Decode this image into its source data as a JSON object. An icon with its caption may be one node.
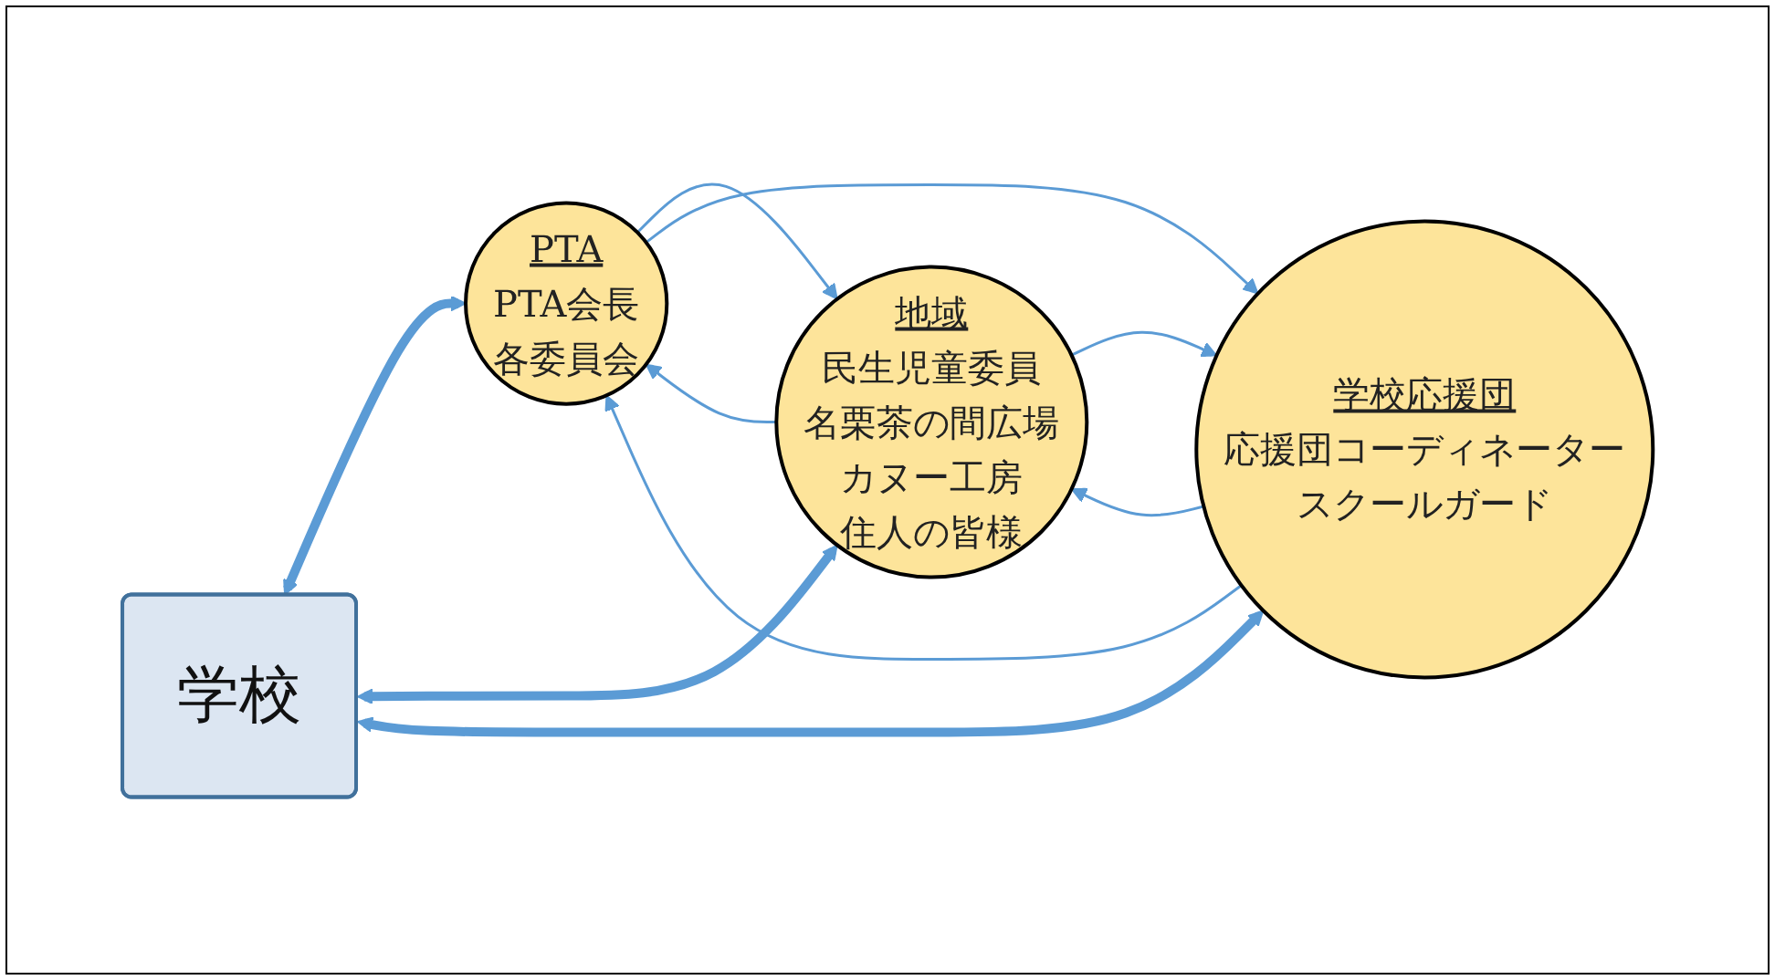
{
  "diagram": {
    "nodes": [
      {
        "text": [
          "PTA",
          "PTA会長",
          "各委員会"
        ]
      },
      {
        "text": [
          "地域",
          "民生児童委員",
          "名栗茶の間広場",
          "カヌー工房",
          "住人の皆様"
        ]
      },
      {
        "text": [
          "学校応援団",
          "応援団コーディネーター",
          "スクールガード"
        ]
      },
      {
        "text": [
          "学校"
        ]
      }
    ],
    "edges": [
      {
        "from": 1,
        "to": 0,
        "arrow": "to"
      },
      {
        "from": 0,
        "to": 1,
        "arrow": "to"
      },
      {
        "from": 0,
        "to": 2,
        "arrow": "to"
      },
      {
        "from": 2,
        "to": 0,
        "arrow": "to"
      },
      {
        "from": 3,
        "to": 0,
        "arrow": "both",
        "style": "thick"
      },
      {
        "from": 3,
        "to": 1,
        "arrow": "both",
        "style": "thick"
      },
      {
        "from": 3,
        "to": 2,
        "arrow": "both",
        "style": "thick"
      },
      {
        "from": 1,
        "to": 2,
        "arrow": "to"
      },
      {
        "from": 2,
        "to": 1,
        "arrow": "to"
      }
    ]
  }
}
